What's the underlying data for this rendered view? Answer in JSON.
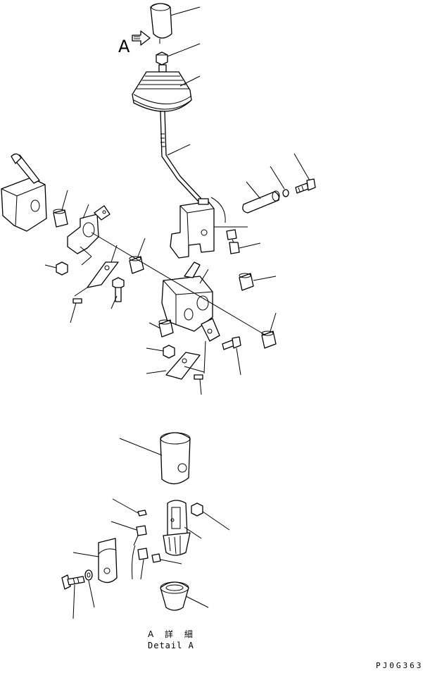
{
  "view_marker": {
    "letter": "A"
  },
  "detail_caption": {
    "japanese": "A 詳 細",
    "english": "Detail A"
  },
  "drawing_number": "PJ0G363",
  "colors": {
    "line": "#000000",
    "background": "#ffffff"
  }
}
